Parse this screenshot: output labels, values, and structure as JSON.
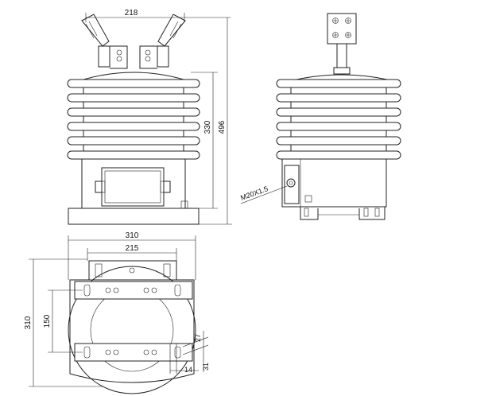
{
  "front_view": {
    "dim_top_width": "218",
    "dim_insulator_height": "330",
    "dim_total_height": "496"
  },
  "side_view": {
    "thread_label": "M20X1.5"
  },
  "top_view": {
    "dim_overall_width": "310",
    "dim_bracket_width": "215",
    "dim_overall_depth": "310",
    "dim_slot_spacing": "150",
    "dim_slot_width": "27",
    "dim_slot_length": "14",
    "dim_slot_offset": "31"
  }
}
